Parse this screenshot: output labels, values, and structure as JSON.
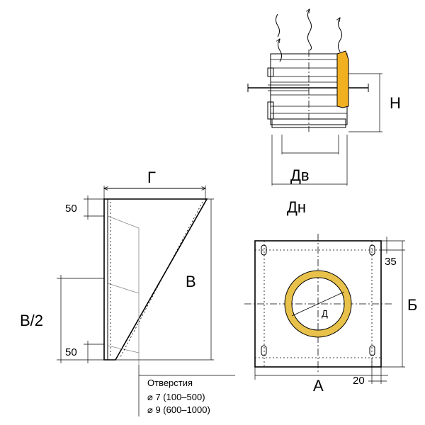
{
  "pipe": {
    "label_dv": "Дв",
    "label_dn": "Дн",
    "label_h": "Н"
  },
  "plate": {
    "label_a": "А",
    "label_b": "Б",
    "label_d": "Д",
    "dim_35": "35",
    "dim_20": "20",
    "ring_color": "#e8c14a"
  },
  "cone": {
    "label_g": "Г",
    "label_v": "В",
    "label_v2": "В/2",
    "dim_50_top": "50",
    "dim_50_bottom": "50"
  },
  "holes_note": {
    "title": "Отверстия",
    "line1": "⌀ 7 (100–500)",
    "line2": "⌀ 9 (600–1000)"
  },
  "insulation_color": "#f0b020"
}
